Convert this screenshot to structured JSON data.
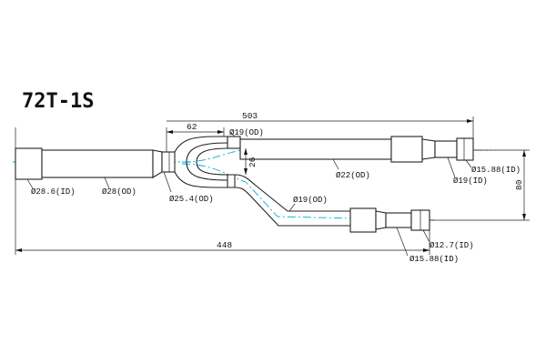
{
  "drawing": {
    "model": "72T-1S",
    "overall_length": "503",
    "lower_length": "448",
    "branch_offset": "62",
    "height": "80",
    "gap": "26",
    "labels": {
      "inlet_id": "Ø28.6(ID)",
      "inlet_od": "Ø28(OD)",
      "branch_od": "Ø25.4(OD)",
      "upper_small_od": "Ø19(OD)",
      "upper_main_od": "Ø22(OD)",
      "upper_end_id": "Ø15.88(ID)",
      "upper_end_id2": "Ø19(ID)",
      "lower_od": "Ø19(OD)",
      "lower_end_id": "Ø12.7(ID)",
      "lower_end_id2": "Ø15.88(ID)"
    }
  }
}
